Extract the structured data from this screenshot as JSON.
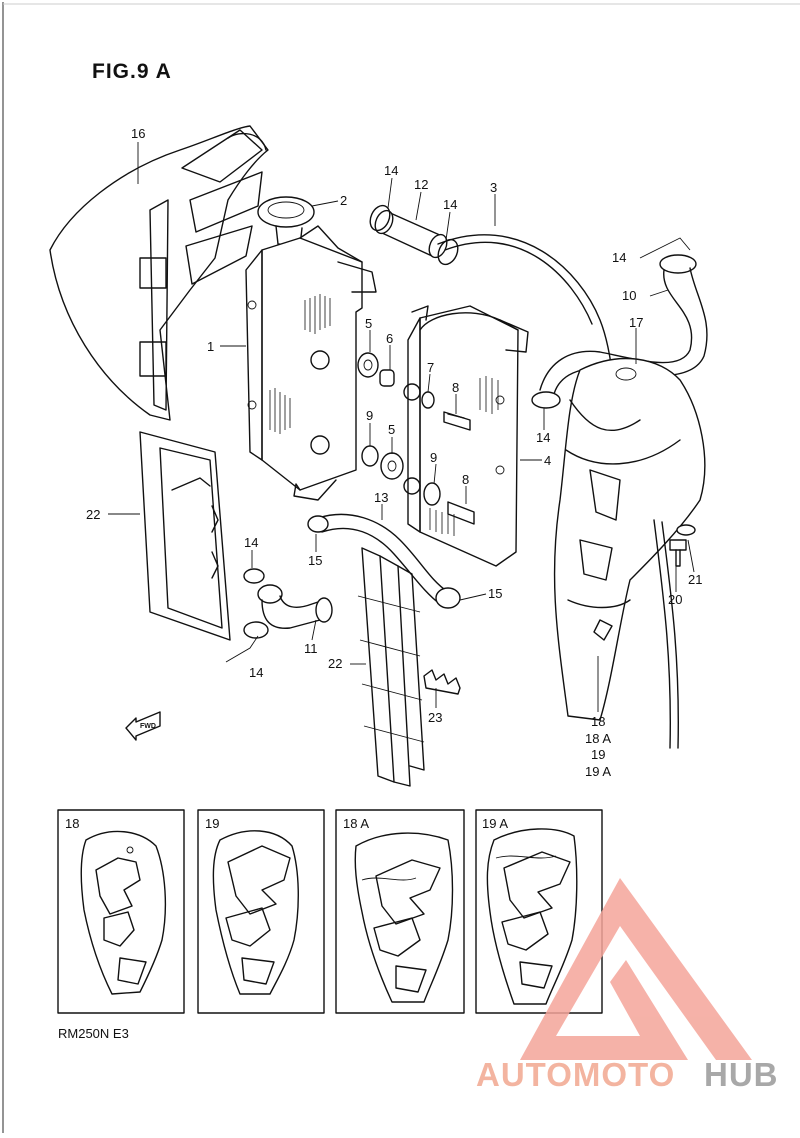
{
  "figure": {
    "title": "FIG.9 A",
    "model_code": "RM250N E3",
    "fwd_label": "FWD"
  },
  "callouts": [
    {
      "id": "c16",
      "text": "16"
    },
    {
      "id": "c2",
      "text": "2"
    },
    {
      "id": "c14a",
      "text": "14"
    },
    {
      "id": "c12",
      "text": "12"
    },
    {
      "id": "c14b",
      "text": "14"
    },
    {
      "id": "c3",
      "text": "3"
    },
    {
      "id": "c14c",
      "text": "14"
    },
    {
      "id": "c10",
      "text": "10"
    },
    {
      "id": "c17",
      "text": "17"
    },
    {
      "id": "c1",
      "text": "1"
    },
    {
      "id": "c5a",
      "text": "5"
    },
    {
      "id": "c6",
      "text": "6"
    },
    {
      "id": "c7",
      "text": "7"
    },
    {
      "id": "c8a",
      "text": "8"
    },
    {
      "id": "c14d",
      "text": "14"
    },
    {
      "id": "c9a",
      "text": "9"
    },
    {
      "id": "c5b",
      "text": "5"
    },
    {
      "id": "c9b",
      "text": "9"
    },
    {
      "id": "c4",
      "text": "4"
    },
    {
      "id": "c8b",
      "text": "8"
    },
    {
      "id": "c13",
      "text": "13"
    },
    {
      "id": "c22a",
      "text": "22"
    },
    {
      "id": "c15a",
      "text": "15"
    },
    {
      "id": "c14e",
      "text": "14"
    },
    {
      "id": "c15b",
      "text": "15"
    },
    {
      "id": "c21",
      "text": "21"
    },
    {
      "id": "c20",
      "text": "20"
    },
    {
      "id": "c11",
      "text": "11"
    },
    {
      "id": "c14f",
      "text": "14"
    },
    {
      "id": "c22b",
      "text": "22"
    },
    {
      "id": "c23",
      "text": "23"
    },
    {
      "id": "c18",
      "text": "18"
    },
    {
      "id": "c18A",
      "text": "18 A"
    },
    {
      "id": "c19",
      "text": "19"
    },
    {
      "id": "c19A",
      "text": "19 A"
    }
  ],
  "variant_panels": [
    {
      "label": "18"
    },
    {
      "label": "19"
    },
    {
      "label": "18 A"
    },
    {
      "label": "19 A"
    }
  ],
  "watermark": {
    "text_main": "AUTOMOTO",
    "text_accent": "HUB",
    "color_main": "#f2a890",
    "color_accent": "#9a9a9a",
    "triangle_color": "#f4a59a"
  }
}
